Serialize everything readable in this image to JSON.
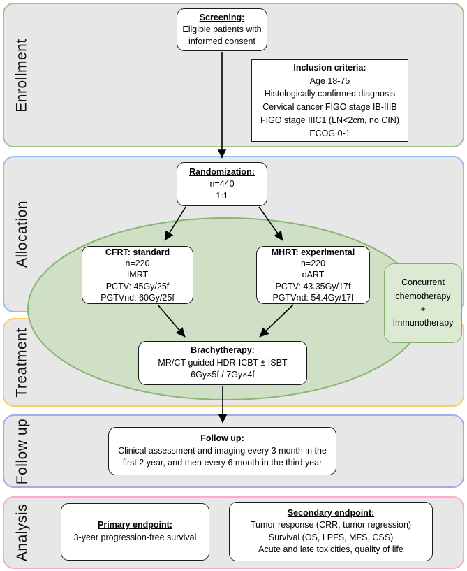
{
  "diagram": {
    "sections": [
      {
        "id": "enrollment",
        "label": "Enrollment",
        "border_color": "#a3c48e"
      },
      {
        "id": "allocation",
        "label": "Allocation",
        "border_color": "#92bdee"
      },
      {
        "id": "treatment",
        "label": "Treatment",
        "border_color": "#f9cf60"
      },
      {
        "id": "followup",
        "label": "Follow up",
        "border_color": "#aaa8e8"
      },
      {
        "id": "analysis",
        "label": "Analysis",
        "border_color": "#fca9d8"
      }
    ],
    "boxes": {
      "screening": {
        "title": "Screening:",
        "lines": [
          "Eligible patients with",
          "informed consent"
        ]
      },
      "inclusion": {
        "title": "Inclusion criteria:",
        "lines": [
          "Age 18-75",
          "Histologically confirmed diagnosis",
          "Cervical cancer FIGO stage IB-IIIB",
          "FIGO stage IIIC1 (LN<2cm, no CIN)",
          "ECOG 0-1"
        ]
      },
      "randomization": {
        "title": "Randomization:",
        "lines": [
          "n=440",
          "1:1"
        ]
      },
      "cfrt": {
        "title": "CFRT: standard",
        "lines": [
          "n=220",
          "IMRT",
          "PCTV: 45Gy/25f",
          "PGTVnd: 60Gy/25f"
        ]
      },
      "mhrt": {
        "title": "MHRT: experimental",
        "lines": [
          "n=220",
          "oART",
          "PCTV: 43.35Gy/17f",
          "PGTVnd: 54.4Gy/17f"
        ]
      },
      "concurrent": {
        "lines": [
          "Concurrent",
          "chemotherapy",
          "±",
          "Immunotherapy"
        ]
      },
      "brachytherapy": {
        "title": "Brachytherapy:",
        "lines": [
          "MR/CT-guided HDR-ICBT ± ISBT",
          "6Gy×5f / 7Gy×4f"
        ]
      },
      "followup": {
        "title": "Follow up:",
        "lines": [
          "Clinical assessment and imaging every 3 month in the",
          "first 2 year, and then every 6 month in the third year"
        ]
      },
      "primary": {
        "title": "Primary endpoint:",
        "lines": [
          "3-year progression-free survival"
        ]
      },
      "secondary": {
        "title": "Secondary endpoint:",
        "lines": [
          "Tumor response (CRR, tumor regression)",
          "Survival (OS, LPFS, MFS, CSS)",
          "Acute and late toxicities, quality of life"
        ]
      }
    },
    "colors": {
      "band_fill": "#e7e7e7",
      "ellipse_fill": "#d0e0c6",
      "ellipse_stroke": "#8ab571",
      "green_box_fill": "#dcead3",
      "green_box_stroke": "#86b06c",
      "box_border": "#1a1a1a"
    }
  }
}
